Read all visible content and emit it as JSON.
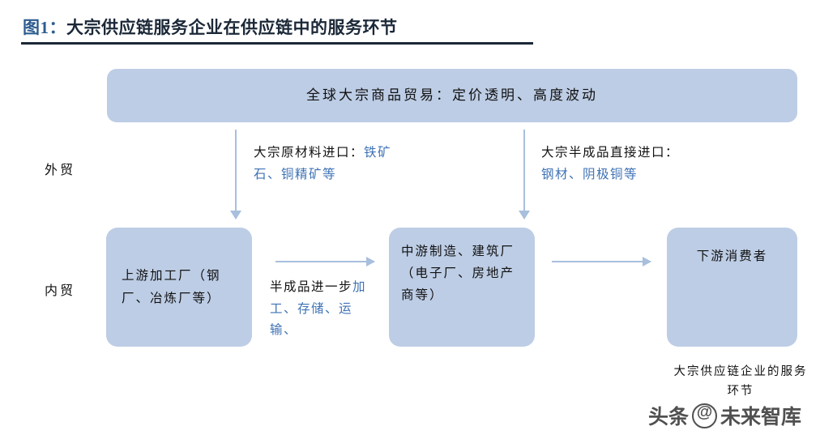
{
  "figure": {
    "label": "图1：",
    "title": "大宗供应链服务企业在供应链中的服务环节"
  },
  "colors": {
    "box_fill": "#bdcde5",
    "arrow": "#a8bfdd",
    "highlight_text": "#3f72b5",
    "title_text": "#1b2838",
    "body_text": "#111111"
  },
  "boxes": {
    "global_trade": "全球大宗商品贸易：定价透明、高度波动",
    "upstream": "上游加工厂（钢厂、冶炼厂等）",
    "midstream": "中游制造、建筑厂（电子厂、房地产商等）",
    "downstream": "下游消费者"
  },
  "side_labels": {
    "foreign_trade": "外贸",
    "domestic_trade": "内贸"
  },
  "annotations": {
    "raw_import": {
      "plain": "大宗原材料进口：",
      "highlight": "铁矿石、铜精矿等"
    },
    "semi_import": {
      "plain": "大宗半成品直接进口：",
      "highlight": "钢材、阴极铜等"
    },
    "processing": {
      "plain": "半成品进一步",
      "highlight": "加工、存储、运输、"
    }
  },
  "caption": {
    "service_scope": "大宗供应链企业的服务环节"
  },
  "watermark": {
    "platform": "头条",
    "account": "未来智库"
  },
  "icons": {
    "arrow_down": "arrow-down-icon",
    "arrow_right": "arrow-right-icon",
    "watermark_logo": "watermark-logo-icon"
  }
}
